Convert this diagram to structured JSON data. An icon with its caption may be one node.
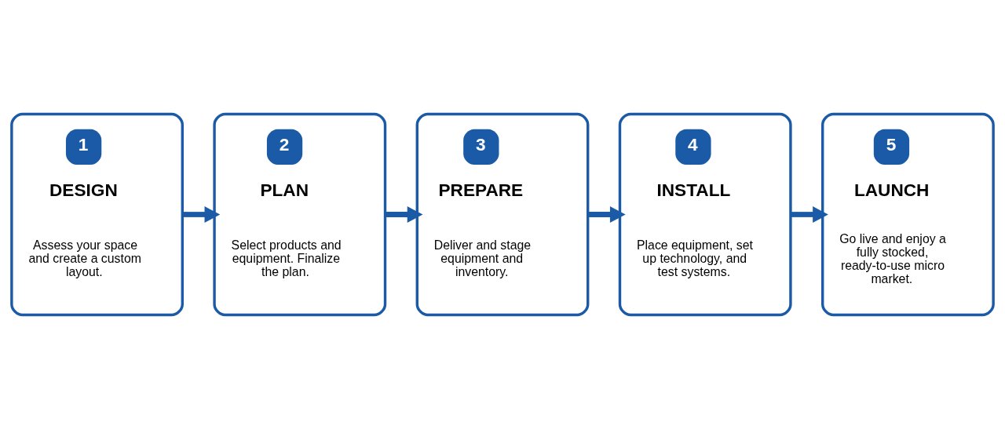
{
  "diagram": {
    "nodes": [
      {
        "text": [
          "1",
          "DESIGN",
          "Assess your space and create a custom layout."
        ]
      },
      {
        "text": [
          "2",
          "PLAN",
          "Select products and equipment. Finalize the plan."
        ]
      },
      {
        "text": [
          "3",
          "PREPARE",
          "Deliver and stage equipment and inventory."
        ]
      },
      {
        "text": [
          "4",
          "INSTALL",
          "Place equipment, set up technology, and test systems."
        ]
      },
      {
        "text": [
          "5",
          "LAUNCH",
          "Go live and enjoy a fully stocked, ready-to-use micro market."
        ]
      }
    ],
    "edges": [
      {
        "from": 0,
        "to": 1,
        "arrow": "to"
      },
      {
        "from": 1,
        "to": 2,
        "arrow": "to"
      },
      {
        "from": 2,
        "to": 3,
        "arrow": "to"
      },
      {
        "from": 3,
        "to": 4,
        "arrow": "to"
      }
    ]
  }
}
